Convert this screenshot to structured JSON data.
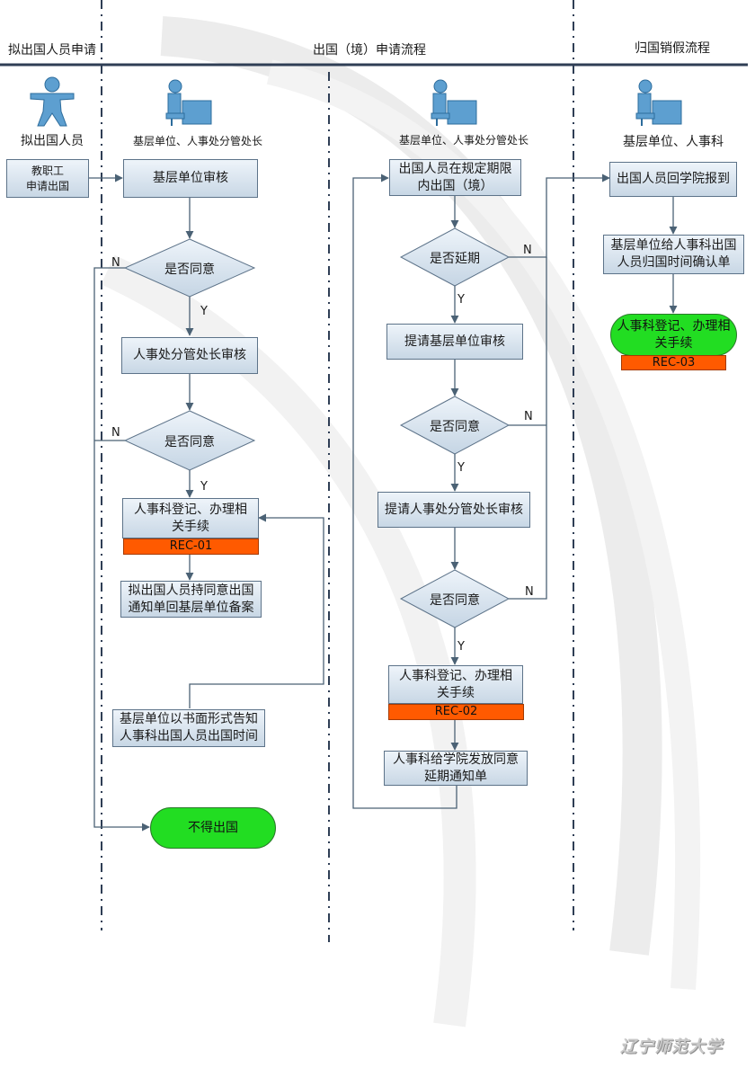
{
  "lanes": {
    "applicant_header": "拟出国人员申请",
    "application_header": "出国（境）申请流程",
    "return_header": "归国销假流程"
  },
  "roles": {
    "applicant": "拟出国人员",
    "lane2": "基层单位、人事处分管处长",
    "lane3": "基层单位、人事处分管处长",
    "lane4": "基层单位、人事科"
  },
  "nodes": {
    "staff_apply": "教职工\n申请出国",
    "unit_review": "基层单位审核",
    "agree1": "是否同意",
    "director_review": "人事处分管处长审核",
    "agree2": "是否同意",
    "register1": "人事科登记、办理相\n关手续",
    "rec01": "REC-01",
    "file_notice": "拟出国人员持同意出国\n通知单回基层单位备案",
    "written_notice": "基层单位以书面形式告知\n人事科出国人员出国时间",
    "denied": "不得出国",
    "depart": "出国人员在规定期限\n内出国（境）",
    "extend": "是否延期",
    "unit_review2": "提请基层单位审核",
    "agree3": "是否同意",
    "director_review2": "提请人事处分管处长审核",
    "agree4": "是否同意",
    "register2": "人事科登记、办理相\n关手续",
    "rec02": "REC-02",
    "extend_notice": "人事科给学院发放同意\n延期通知单",
    "return_report": "出国人员回学院报到",
    "confirm_form": "基层单位给人事科出国\n人员归国时间确认单",
    "register3": "人事科登记、办理相\n关手续",
    "rec03": "REC-03"
  },
  "labels": {
    "yes": "Y",
    "no": "N"
  },
  "footer": {
    "logo": "辽宁师范大学"
  },
  "colors": {
    "line": "#4b6275",
    "box_border": "#5d7389",
    "rec": "#ff5a00",
    "terminal": "#22dd22",
    "figure": "#5d9fd0"
  }
}
